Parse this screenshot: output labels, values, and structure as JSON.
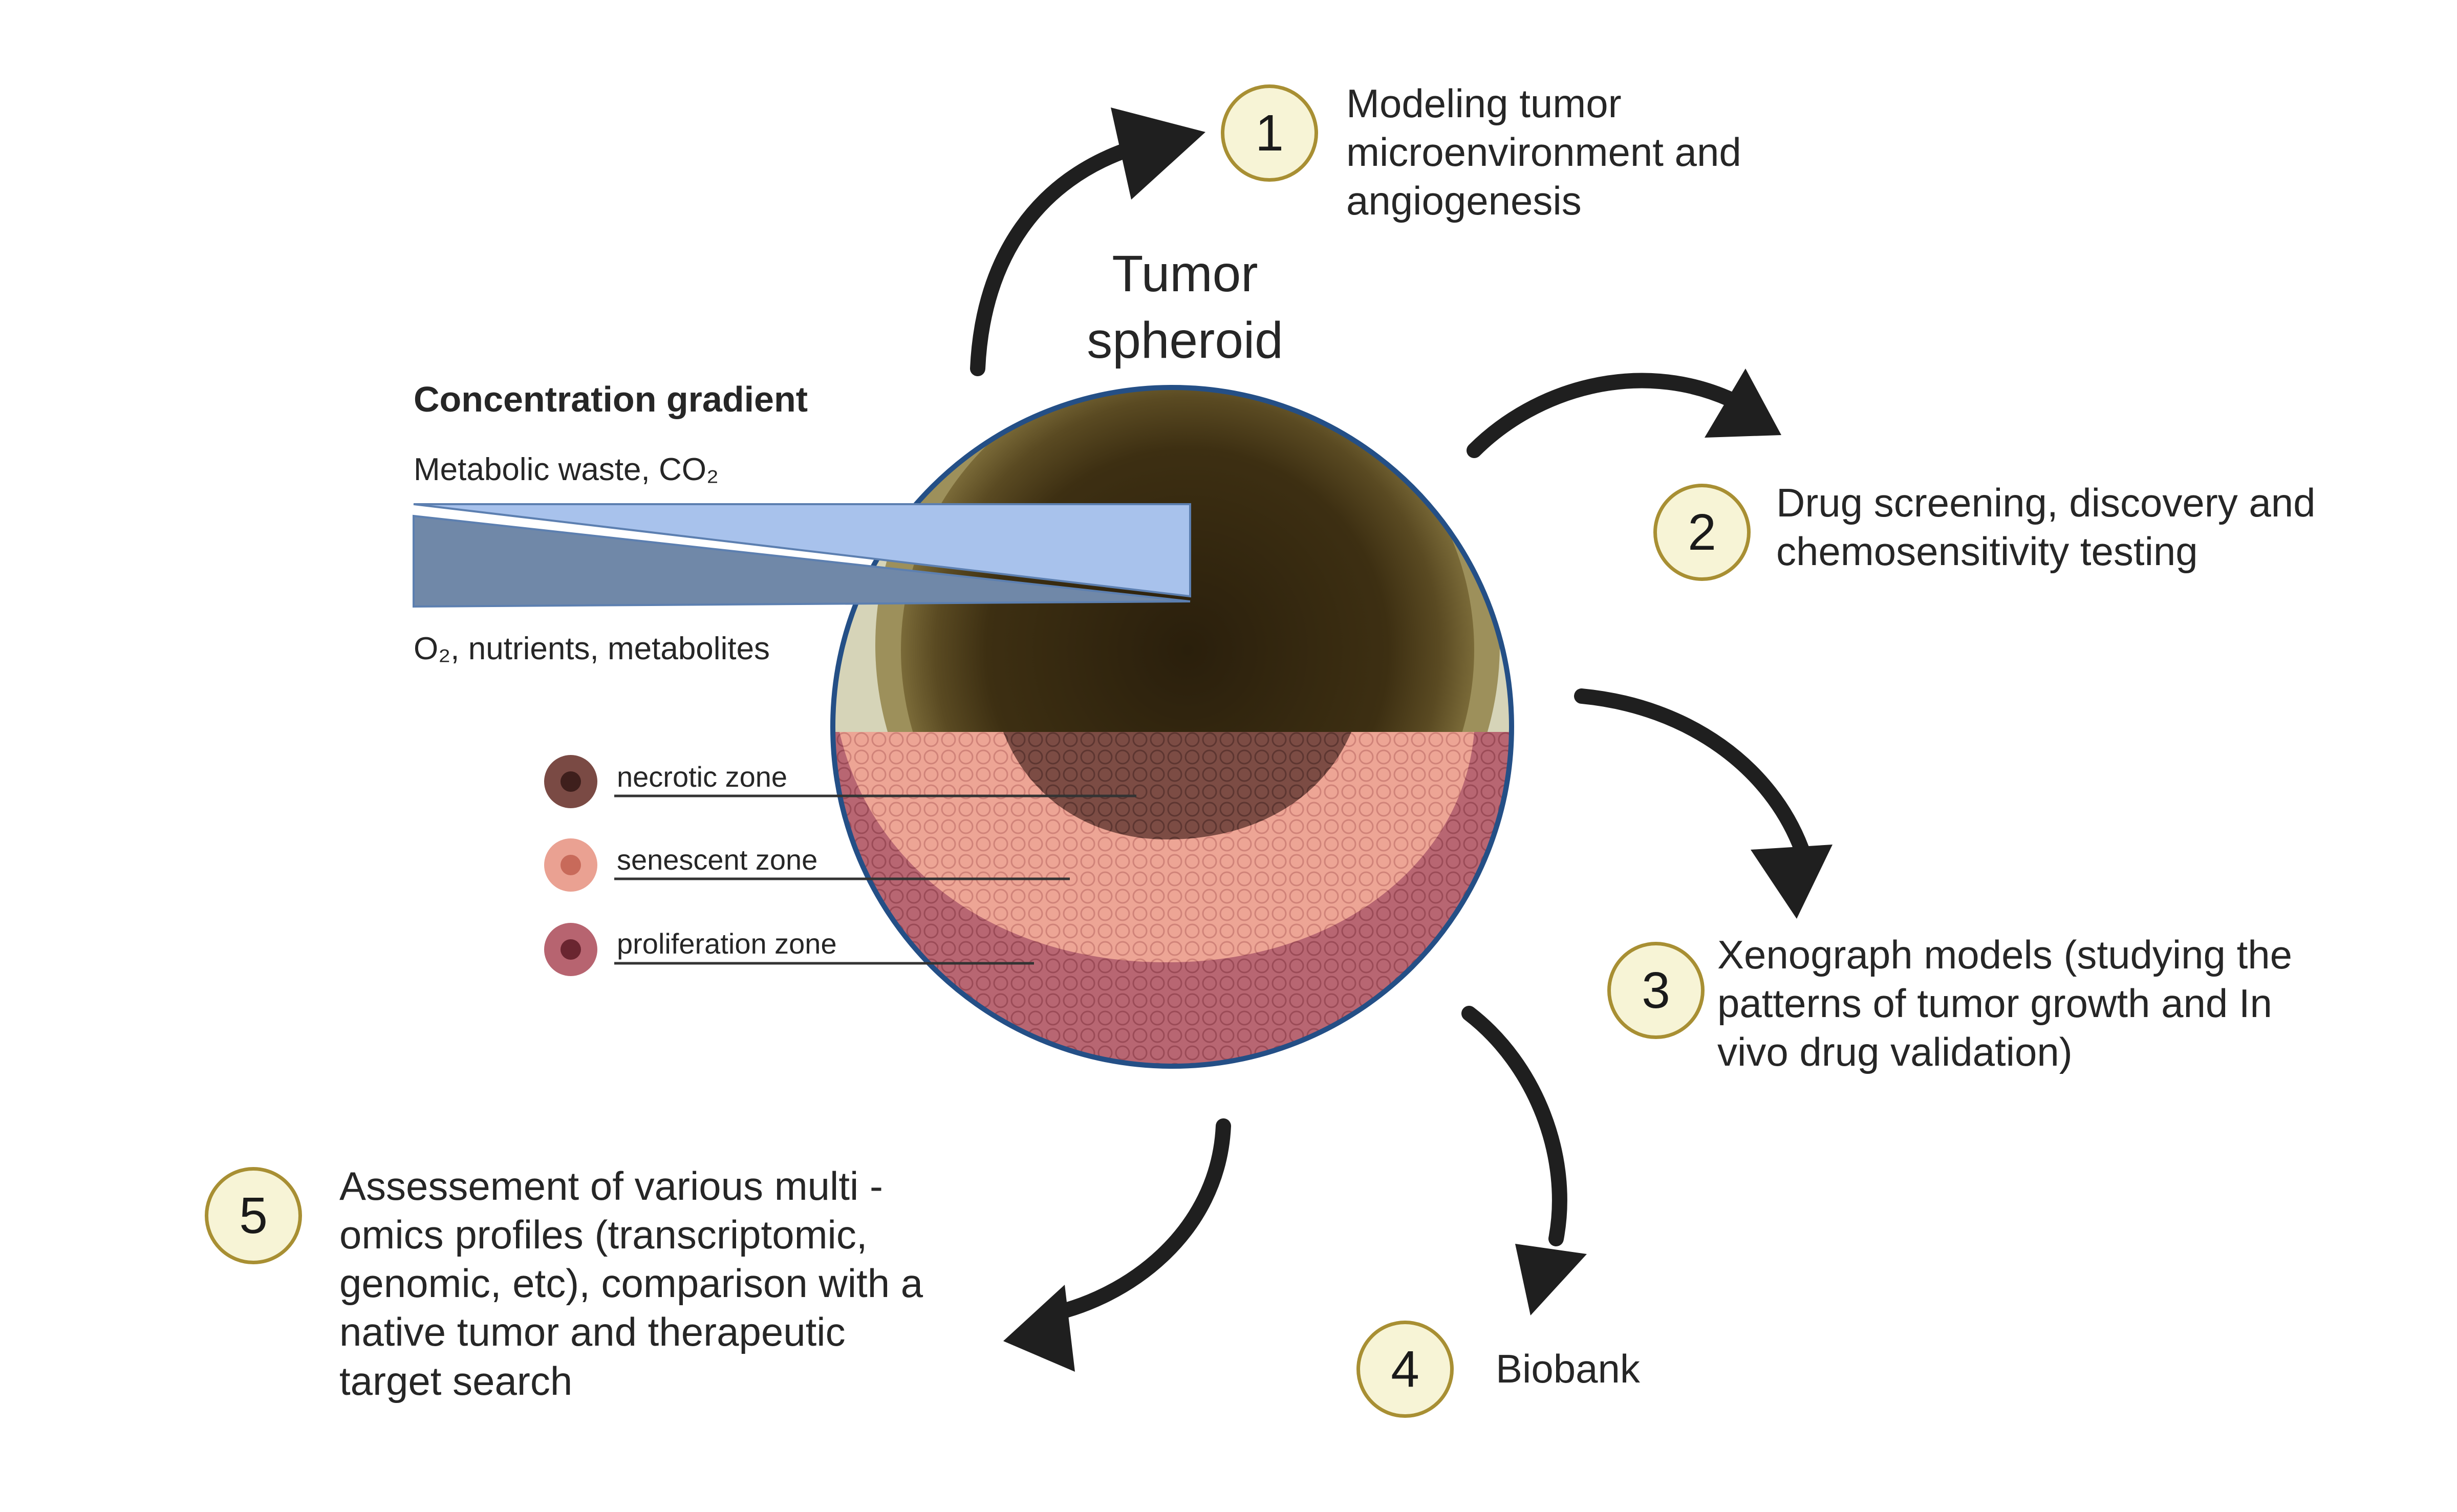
{
  "title": {
    "line1": "Tumor",
    "line2": "spheroid"
  },
  "gradient": {
    "heading": "Concentration gradient",
    "top_label": "Metabolic waste, CO₂",
    "bottom_label": "O₂, nutrients,  metabolites",
    "colors": {
      "top": "#a8c2ec",
      "bottom": "#7088a8"
    }
  },
  "zones": [
    {
      "label": "necrotic zone",
      "color": "#7a4a44"
    },
    {
      "label": "senescent zone",
      "color": "#eaa192"
    },
    {
      "label": "proliferation zone",
      "color": "#b76470"
    }
  ],
  "applications": [
    {
      "number": "1",
      "lines": [
        "Modeling tumor",
        "microenvironment and",
        "angiogenesis"
      ]
    },
    {
      "number": "2",
      "lines": [
        "Drug screening, discovery and",
        "chemosensitivity testing"
      ]
    },
    {
      "number": "3",
      "lines": [
        "Xenograph models (studying the",
        "patterns of tumor growth and In",
        "vivo drug validation)"
      ]
    },
    {
      "number": "4",
      "lines": [
        "Biobank"
      ]
    },
    {
      "number": "5",
      "lines": [
        "Assessement of various multi -",
        "omics profiles (transcriptomic,",
        "genomic, etc), comparison with a",
        "native tumor and therapeutic",
        "target search"
      ]
    }
  ],
  "colors": {
    "badge_fill": "#f7f4d6",
    "badge_border": "#a88f33",
    "arrow": "#1f1f1f",
    "spheroid_border": "#244f86"
  }
}
